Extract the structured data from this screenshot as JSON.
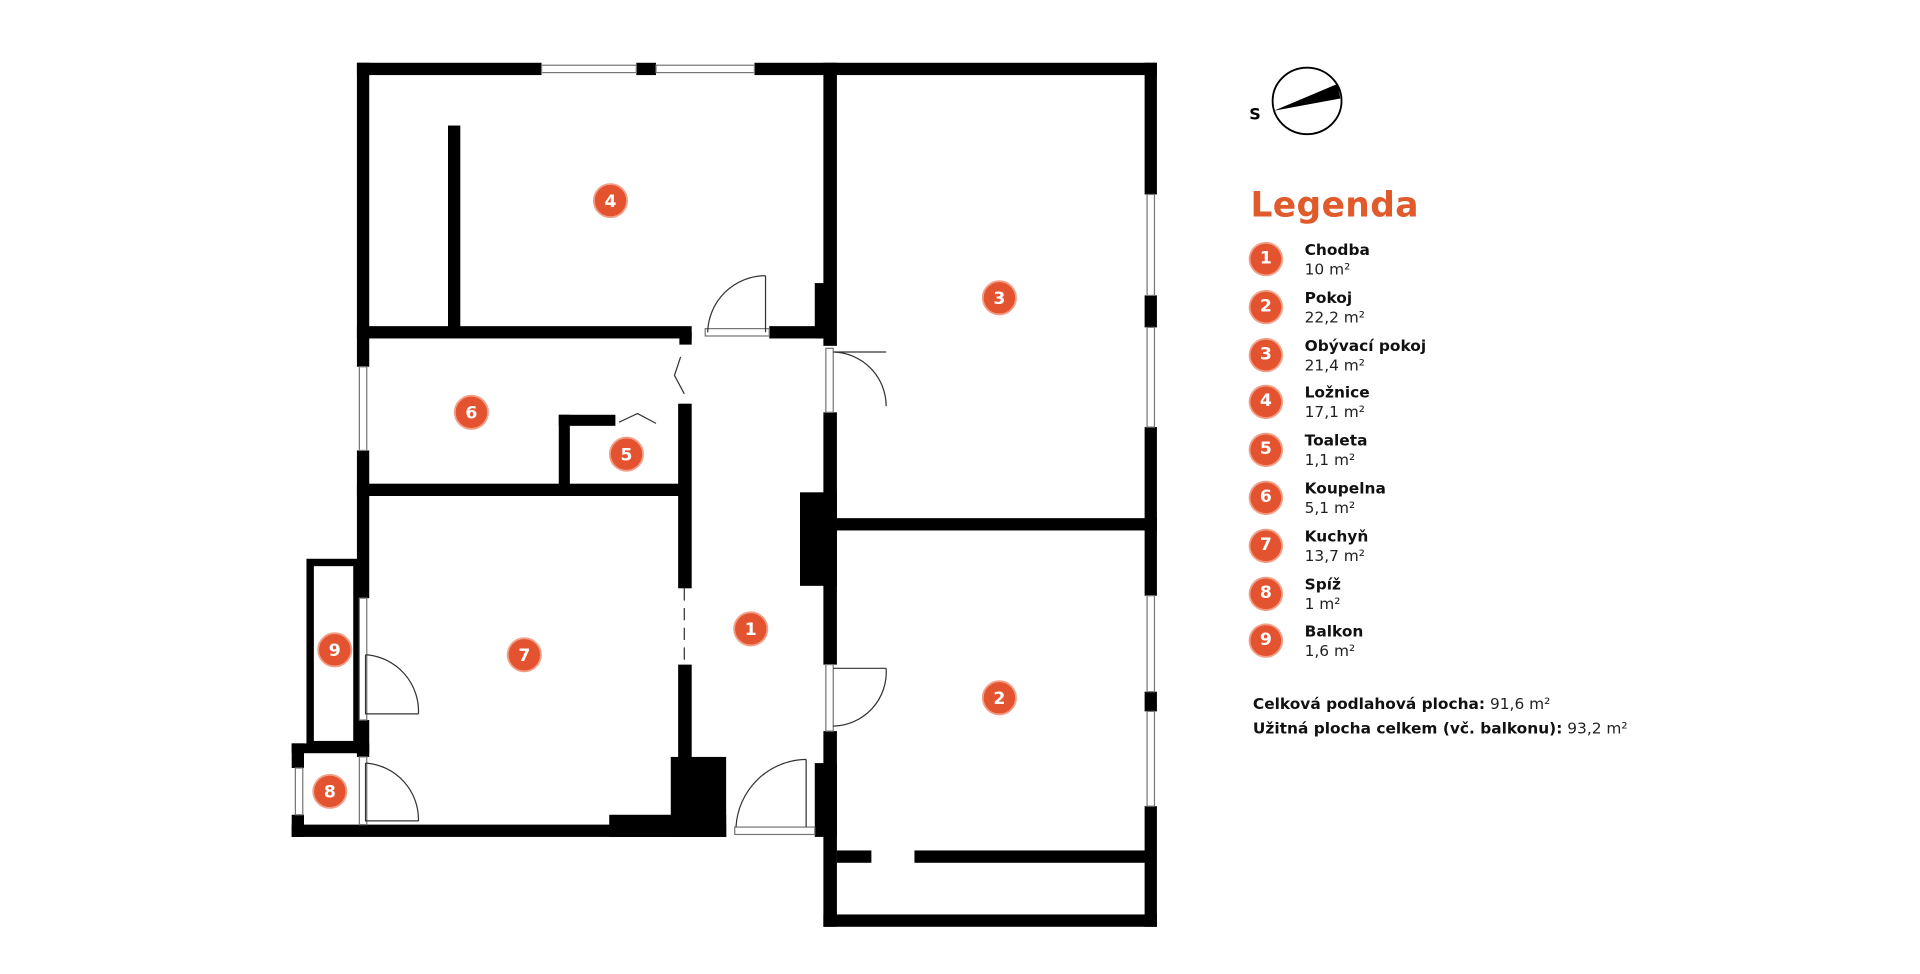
{
  "compass": {
    "label": "S"
  },
  "legend": {
    "title": "Legenda",
    "items": [
      {
        "n": "1",
        "name": "Chodba",
        "area": "10 m²"
      },
      {
        "n": "2",
        "name": "Pokoj",
        "area": "22,2 m²"
      },
      {
        "n": "3",
        "name": "Obývací pokoj",
        "area": "21,4 m²"
      },
      {
        "n": "4",
        "name": "Ložnice",
        "area": "17,1 m²"
      },
      {
        "n": "5",
        "name": "Toaleta",
        "area": "1,1 m²"
      },
      {
        "n": "6",
        "name": "Koupelna",
        "area": "5,1 m²"
      },
      {
        "n": "7",
        "name": "Kuchyň",
        "area": "13,7 m²"
      },
      {
        "n": "8",
        "name": "Spíž",
        "area": "1 m²"
      },
      {
        "n": "9",
        "name": "Balkon",
        "area": "1,6 m²"
      }
    ]
  },
  "totals": {
    "floor_label": "Celková podlahová plocha:",
    "floor_value": "91,6 m²",
    "usable_label": "Užitná plocha celkem (vč. balkonu):",
    "usable_value": "93,2 m²"
  },
  "colors": {
    "accent": "#e4532f",
    "title": "#e05a2b",
    "wall": "#000000"
  }
}
